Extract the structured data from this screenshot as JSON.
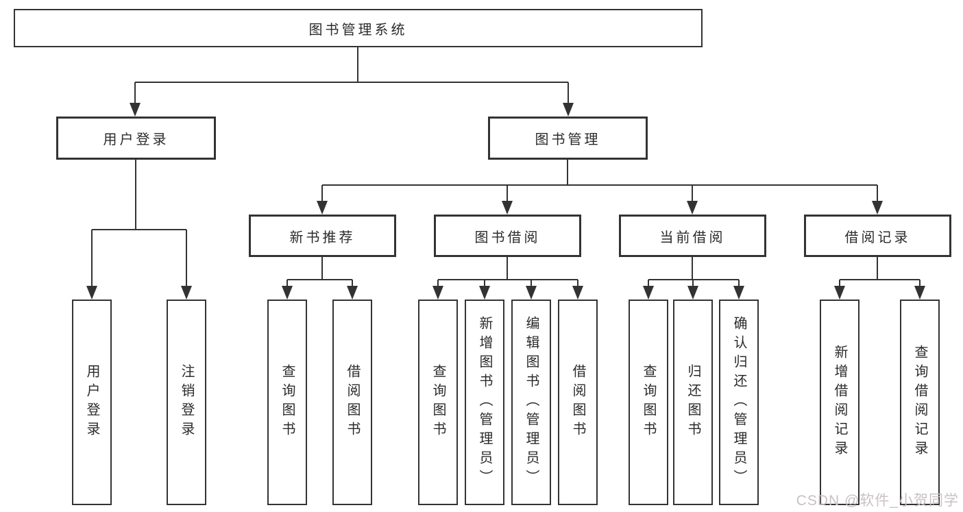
{
  "tree": {
    "label": "图书管理系统",
    "children": [
      {
        "label": "用户登录",
        "children": [
          {
            "label": "用户登录"
          },
          {
            "label": "注销登录"
          }
        ]
      },
      {
        "label": "图书管理",
        "children": [
          {
            "label": "新书推荐",
            "children": [
              {
                "label": "查询图书"
              },
              {
                "label": "借阅图书"
              }
            ]
          },
          {
            "label": "图书借阅",
            "children": [
              {
                "label": "查询图书"
              },
              {
                "label": "新增图书（管理员）"
              },
              {
                "label": "编辑图书（管理员）"
              },
              {
                "label": "借阅图书"
              }
            ]
          },
          {
            "label": "当前借阅",
            "children": [
              {
                "label": "查询图书"
              },
              {
                "label": "归还图书"
              },
              {
                "label": "确认归还（管理员）"
              }
            ]
          },
          {
            "label": "借阅记录",
            "children": [
              {
                "label": "新增借阅记录"
              },
              {
                "label": "查询借阅记录"
              }
            ]
          }
        ]
      }
    ]
  },
  "watermark": {
    "text": "CSDN @软件_小贺同学"
  },
  "colors": {
    "line": "#333333",
    "text": "#2b2b2b",
    "background": "#ffffff",
    "watermark": "#c9c1c1"
  }
}
